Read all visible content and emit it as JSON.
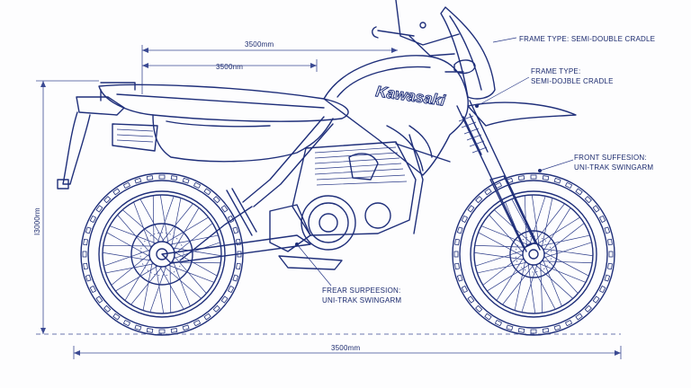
{
  "brand": "Kawasaki",
  "dimensions": {
    "top_outer": "3500mm",
    "top_inner": "3500nm",
    "bottom": "3500mm",
    "height": "I3000rm"
  },
  "annotations": {
    "frame_1": "FRAME TYPE: SEMI-DOUBLE CRADLE",
    "frame_2_line1": "FRAME TYPE:",
    "frame_2_line2": "SEMI-DOJBLE CRADLE",
    "front_susp_line1": "FRONT SUFFESION:",
    "front_susp_line2": "UNI-TRAK SWINGARM",
    "rear_susp_line1": "FREAR SURPEESION:",
    "rear_susp_line2": "UNI-TRAK SWINGARM"
  },
  "colors": {
    "ink": "#1f2f7a",
    "paper": "#fdfdfe"
  }
}
